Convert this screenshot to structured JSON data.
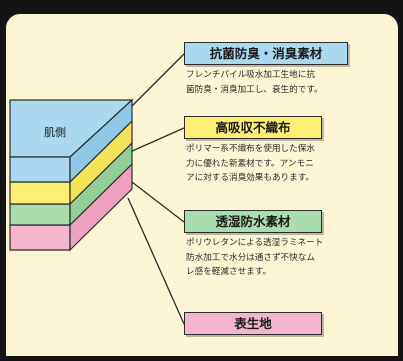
{
  "diagram": {
    "side_label": "肌側",
    "layers": [
      {
        "label": "抗菌防臭・消臭素材",
        "description": "フレンチパイル吸水加工生地に抗\n菌防臭・消臭加工し、衰生的です。",
        "color": "#a9d8ef"
      },
      {
        "label": "高吸収不織布",
        "description": "ポリマー系不織布を使用した保水\n力に優れた新素材です。アンモニ\nアに対する消臭効果もあります。",
        "color": "#fcef74"
      },
      {
        "label": "透湿防水素材",
        "description": "ポリウレタンによる透湿ラミネート\n防水加工で水分は通さず不快なム\nレ感を軽減させます。",
        "color": "#a9dcae"
      },
      {
        "label": "表生地",
        "description": "",
        "color": "#f4b6cf"
      }
    ]
  }
}
